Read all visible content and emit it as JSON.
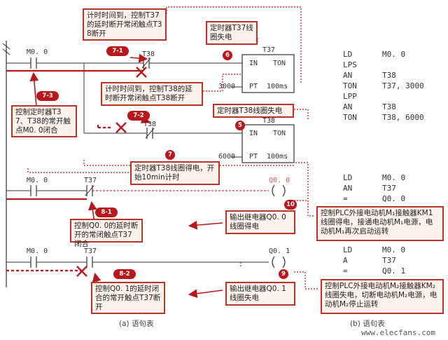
{
  "ladder": {
    "contact_m00_a": "M0. 0",
    "contact_t38_a": "T38",
    "timer_t37_name": "T37",
    "timer_t37_in": "IN",
    "timer_t37_ton": "TON",
    "timer_t37_pt": "PT",
    "timer_t37_base": "100ms",
    "timer_t37_preset": "3000",
    "contact_t38_b": "T38",
    "timer_t38_name": "T38",
    "timer_t38_in": "IN",
    "timer_t38_ton": "TON",
    "timer_t38_pt": "PT",
    "timer_t38_base": "100ms",
    "timer_t38_preset": "6000",
    "contact_m00_b": "M0. 0",
    "contact_t37_a": "T37",
    "coil_q00": "Q0. 0",
    "contact_m00_c": "M0. 0",
    "contact_t37_b": "T37",
    "coil_q01": "Q0. 1"
  },
  "notes": {
    "n1": "计时时间到，控制T37的延时断开常闭触点T38断开",
    "n2": "定时器T37线圈失电",
    "n3": "控制定时器T37、T38的常开触点M0. 0闭合",
    "n4": "计时时间到，控制T38的延时断开常闭触点T38断开",
    "n5": "定时器T38线圈失电",
    "n6": "定时器T38线圈得电，开始10min计时",
    "n7": "控制Q0. 0的延时断开的常闭触点T37闭合",
    "n8": "输出继电器Q0. 0线圈得电",
    "n9": "控制PLC外接电动机M₁接触器KM1线圈得电，接通电动机M₁电源，电动机M₁再次启动运转",
    "n10": "控制Q0. 1的延时闭合的常开触点T37断开",
    "n11": "输出继电器Q0. 1线圈失电",
    "n12": "控制PLC外接电动机M₂接触器KM₂线圈失电，切断电动机M₂电源，电动机M₂停止运转"
  },
  "badges": {
    "b71": "7-1",
    "b6": "6",
    "b73": "7-3",
    "b72": "7-2",
    "b5": "5",
    "b7": "7",
    "b81": "8-1",
    "b10": "10",
    "b82": "8-2",
    "b9": "9"
  },
  "statements": {
    "block1": [
      {
        "op": "LD",
        "arg": "M0. 0"
      },
      {
        "op": "LPS",
        "arg": ""
      },
      {
        "op": "AN",
        "arg": "T38"
      },
      {
        "op": "TON",
        "arg": "T37, 3000"
      },
      {
        "op": "LPP",
        "arg": ""
      },
      {
        "op": "AN",
        "arg": "T38"
      },
      {
        "op": "TON",
        "arg": "T38, 6000"
      }
    ],
    "block2": [
      {
        "op": "LD",
        "arg": "M0. 0"
      },
      {
        "op": "AN",
        "arg": "T37"
      },
      {
        "op": "=",
        "arg": "Q0. 0"
      }
    ],
    "block3": [
      {
        "op": "LD",
        "arg": "M0. 0"
      },
      {
        "op": "A",
        "arg": "T37"
      },
      {
        "op": "=",
        "arg": "Q0. 1"
      }
    ]
  },
  "captions": {
    "a": "(a) 语句表",
    "b": "(b) 语句表"
  },
  "watermark": "www.elecfans.com",
  "colors": {
    "accent": "#b8171b",
    "note_bg": "#fdf3ec"
  }
}
